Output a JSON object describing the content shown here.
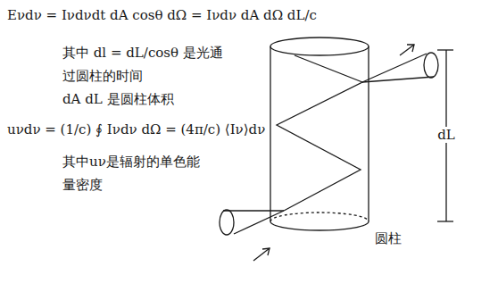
{
  "diagram": {
    "labels": [
      "Eνdν = Iνdνdt dA cosθ dΩ = Iνdν dA dΩ dL/c",
      "其中 dl = dL/cosθ 是光通",
      "过圆柱的时间",
      "dA dL 是圆柱体积",
      "uνdν = (1/c) ∮ Iνdν dΩ = (4π/c) ⟨Iν⟩dν",
      "其中uν是辐射的单色能",
      "量密度",
      "dL",
      "圆柱"
    ]
  }
}
